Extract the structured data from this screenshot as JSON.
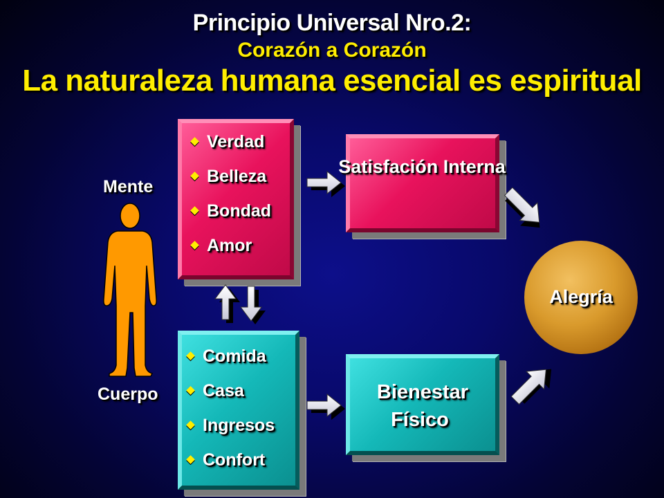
{
  "titles": {
    "line1": "Principio Universal Nro.2:",
    "line2": "Corazón a Corazón",
    "line3": "La naturaleza humana esencial es espiritual"
  },
  "person": {
    "top_label": "Mente",
    "bottom_label": "Cuerpo",
    "icon": "person-silhouette-icon",
    "color": "#ff9900"
  },
  "mind_box": {
    "color": "#e8125c",
    "items": [
      "Verdad",
      "Belleza",
      "Bondad",
      "Amor"
    ]
  },
  "body_box": {
    "color": "#14b8b8",
    "items": [
      "Comida",
      "Casa",
      "Ingresos",
      "Confort"
    ]
  },
  "inner_box": {
    "label": "Satisfación Interna",
    "color": "#e8125c"
  },
  "physical_box": {
    "label_line1": "Bienestar",
    "label_line2": "Físico",
    "color": "#14b8b8"
  },
  "joy": {
    "label": "Alegría",
    "color": "#d99a2c"
  },
  "accent_colors": {
    "title_yellow": "#ffee00",
    "bullet": "#ffee00"
  }
}
